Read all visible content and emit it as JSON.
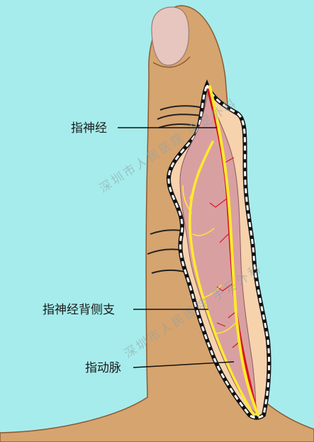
{
  "labels": {
    "nerve": "指神经",
    "dorsal_branch": "指神经背侧支",
    "artery": "指动脉"
  },
  "watermark": {
    "line1": "深圳市人民医院 手足外科",
    "line2": "深圳市人民医院 手足外科"
  },
  "colors": {
    "background": "#a6ecec",
    "skin": "#d6a46e",
    "skin_outline": "#8a5a35",
    "nail": "#e8c6c0",
    "flap": "#f6d2ad",
    "flap_inner": "#d9a0a2",
    "nerve": "#ffea2e",
    "artery": "#d8161e",
    "leader": "#111111"
  }
}
